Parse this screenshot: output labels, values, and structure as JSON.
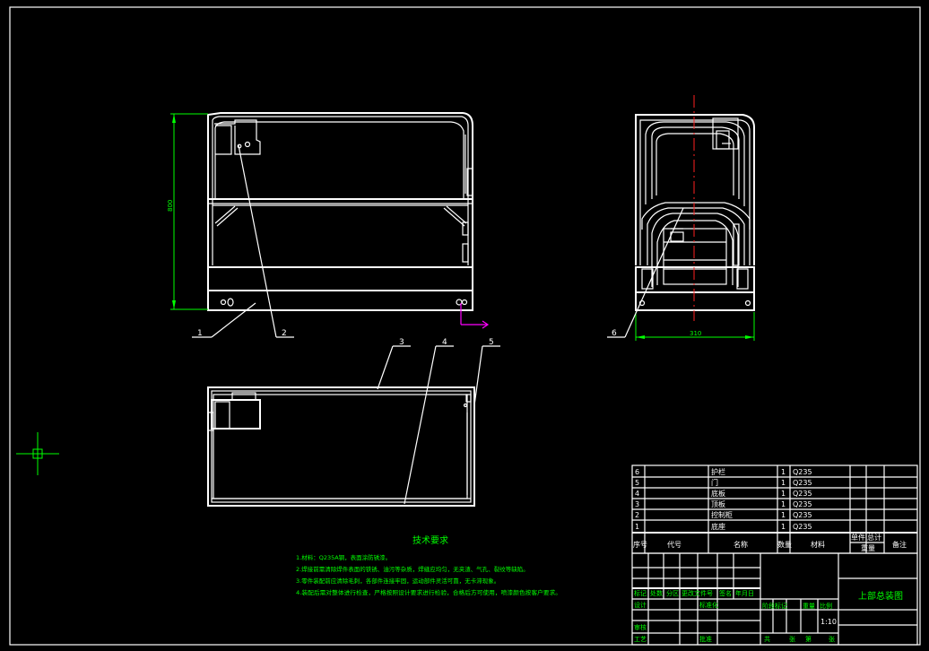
{
  "part_labels": [
    "1",
    "2",
    "3",
    "4",
    "5",
    "6"
  ],
  "dimensions": {
    "height": "800",
    "width": "310"
  },
  "tech_requirements": {
    "title": "技术要求",
    "lines": [
      "1.材料：Q235A钢，表面涂防锈漆。",
      "2.焊接前需清除焊件表面的铁锈、油污等杂质，焊缝应均匀，无夹渣、气孔、裂纹等缺陷。",
      "3.零件装配前应清除毛刺，各部件连接牢固，运动部件灵活可靠，无卡滞现象。",
      "4.装配后需对整体进行检查，严格按照设计要求进行检验，合格后方可使用，喷漆颜色按客户要求。"
    ]
  },
  "bom": {
    "rows": [
      {
        "no": "6",
        "name": "护栏",
        "qty": "1",
        "material": "Q235"
      },
      {
        "no": "5",
        "name": "门",
        "qty": "1",
        "material": "Q235"
      },
      {
        "no": "4",
        "name": "底板",
        "qty": "1",
        "material": "Q235"
      },
      {
        "no": "3",
        "name": "顶板",
        "qty": "1",
        "material": "Q235"
      },
      {
        "no": "2",
        "name": "控制柜",
        "qty": "1",
        "material": "Q235"
      },
      {
        "no": "1",
        "name": "底座",
        "qty": "1",
        "material": "Q235"
      }
    ],
    "header": {
      "no": "序号",
      "code": "代号",
      "name": "名称",
      "qty": "数量",
      "material": "材料",
      "unit_weight": "单件",
      "total_weight": "总计",
      "weight": "重量",
      "remark": "备注"
    }
  },
  "title_block": {
    "drawing_title": "上部总装图",
    "scale": "1:10",
    "revision_labels": [
      "标记",
      "处数",
      "分区",
      "更改文件号",
      "签名",
      "年月日"
    ],
    "role_labels": [
      "设计",
      "审核",
      "工艺"
    ],
    "std_label": "标准化",
    "approve_label": "批准",
    "stage_label": "阶段标记",
    "weight_label": "重量",
    "scale_label": "比例",
    "sheet_labels": [
      "共",
      "张",
      "第",
      "张"
    ]
  },
  "colors": {
    "background": "#000000",
    "geometry": "#ffffff",
    "annotation": "#00ff00",
    "centerline": "#ff2020",
    "ucs": "#ff00ff"
  }
}
